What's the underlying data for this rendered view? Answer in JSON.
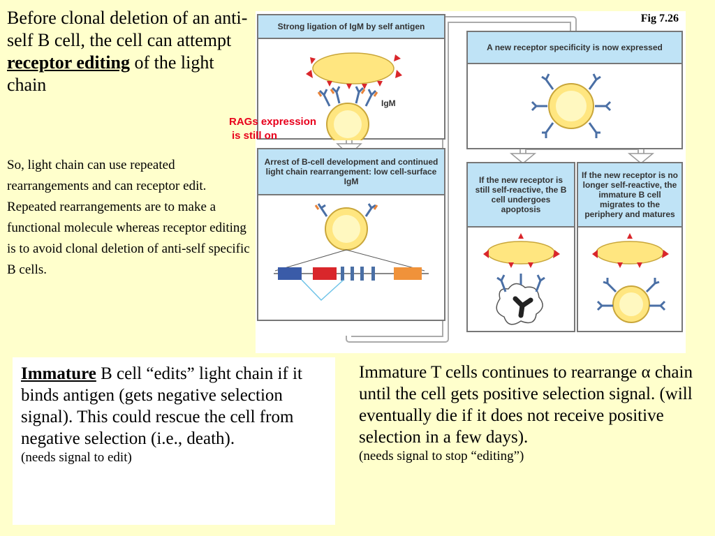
{
  "intro": {
    "line_before": "Before clonal deletion of an anti-self B cell, the cell can attempt",
    "bold_term": "receptor editing",
    "line_after": "of the light chain"
  },
  "body_paragraph": "So, light chain can use repeated rearrangements and can receptor edit. Repeated rearrangements are to make a functional molecule whereas receptor editing is to avoid clonal deletion of anti-self specific B cells.",
  "rags_note": {
    "line1": "RAGs expression",
    "line2": "is still on"
  },
  "figure": {
    "label": "Fig 7.26",
    "panel1_title": "Strong ligation of IgM by self antigen",
    "igm_label": "IgM",
    "panel2_title": "Arrest of B-cell development and continued light chain rearrangement: low cell-surface IgM",
    "panel3_title": "A new receptor specificity is now expressed",
    "panel4_title": "If the new receptor is still self-reactive, the B cell undergoes apoptosis",
    "panel5_title": "If the new receptor is no longer self-reactive, the immature B cell migrates to the periphery and matures"
  },
  "bottom_left": {
    "term": "Immature",
    "text": " B cell “edits” light chain if it binds antigen (gets negative selection signal).  This could rescue the cell from negative selection (i.e.,  death).",
    "note": "(needs signal to edit)"
  },
  "bottom_right": {
    "text": "Immature T cells continues to rearrange α chain until the cell gets positive selection signal. (will eventually die if it does not receive positive selection in a few days).",
    "note": "(needs signal to stop “editing”)"
  },
  "colors": {
    "background": "#FFFFCC",
    "panel_header": "#BFE3F6",
    "rags_text": "#E8001C",
    "antigen_red": "#D9262B",
    "receptor_blue": "#4A6FA5",
    "receptor_orange": "#E8843A",
    "cell_yellow": "#FFE680"
  }
}
